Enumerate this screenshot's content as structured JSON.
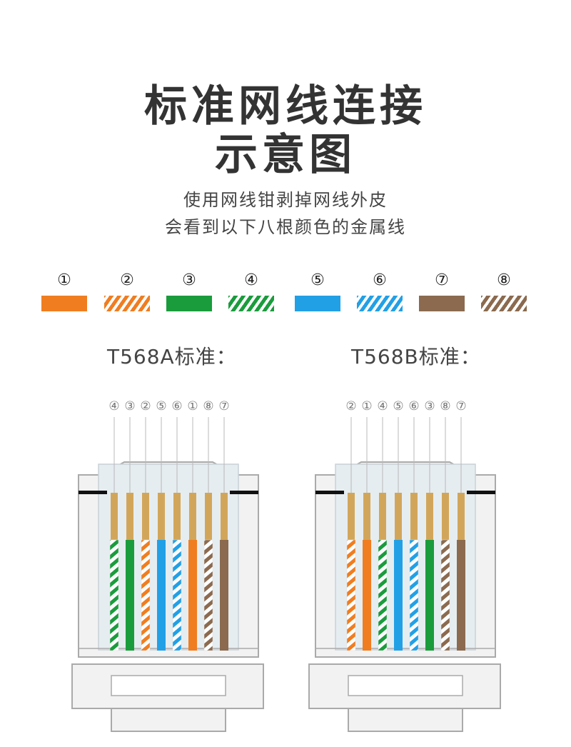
{
  "title": {
    "line1": "标准网线连接",
    "line2": "示意图"
  },
  "subtitle": {
    "line1": "使用网线钳剥掉网线外皮",
    "line2": "会看到以下八根颜色的金属线"
  },
  "legend": [
    {
      "num": "①",
      "color": "#f07d20",
      "striped": false,
      "name": "orange"
    },
    {
      "num": "②",
      "color": "#f07d20",
      "striped": true,
      "name": "orange-white"
    },
    {
      "num": "③",
      "color": "#1a9c3c",
      "striped": false,
      "name": "green"
    },
    {
      "num": "④",
      "color": "#1a9c3c",
      "striped": true,
      "name": "green-white"
    },
    {
      "num": "⑤",
      "color": "#22a0e6",
      "striped": false,
      "name": "blue"
    },
    {
      "num": "⑥",
      "color": "#22a0e6",
      "striped": true,
      "name": "blue-white"
    },
    {
      "num": "⑦",
      "color": "#8b6a4f",
      "striped": false,
      "name": "brown"
    },
    {
      "num": "⑧",
      "color": "#8b6a4f",
      "striped": true,
      "name": "brown-white"
    }
  ],
  "standards": [
    {
      "label": "T568A标准：",
      "order": [
        4,
        3,
        2,
        5,
        6,
        1,
        8,
        7
      ]
    },
    {
      "label": "T568B标准：",
      "order": [
        2,
        1,
        4,
        5,
        6,
        3,
        8,
        7
      ]
    }
  ],
  "colors": {
    "copper": "#d2a65a",
    "shell_fill": "#f2f2f2",
    "shell_stroke": "#aaaaaa",
    "inner_glass": "#e6edf1"
  }
}
